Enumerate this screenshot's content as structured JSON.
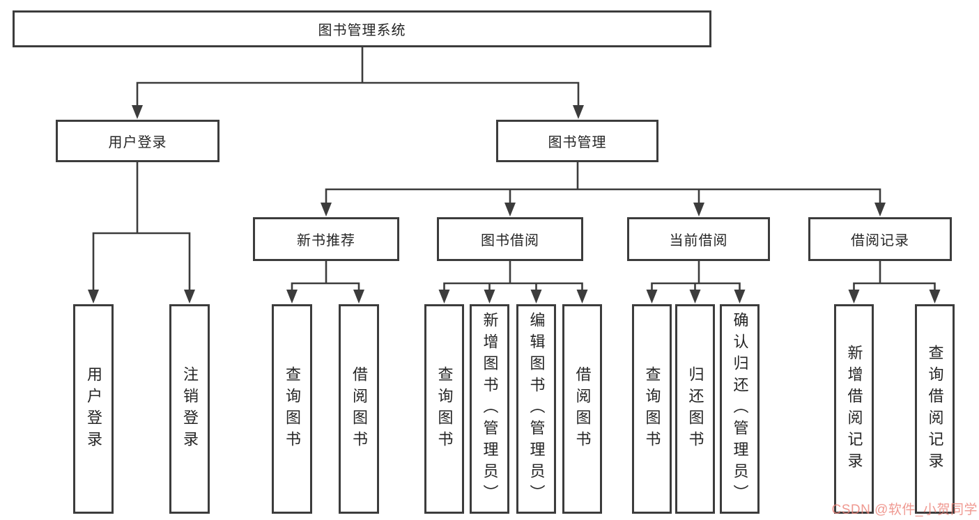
{
  "tree": {
    "root": {
      "label": "图书管理系统"
    },
    "branches": [
      {
        "label": "用户登录",
        "children": [
          {
            "label": "用户登录"
          },
          {
            "label": "注销登录"
          }
        ]
      },
      {
        "label": "图书管理",
        "groups": [
          {
            "label": "新书推荐",
            "children": [
              {
                "label": "查询图书"
              },
              {
                "label": "借阅图书"
              }
            ]
          },
          {
            "label": "图书借阅",
            "children": [
              {
                "label": "查询图书"
              },
              {
                "label": "新增图书（管理员）"
              },
              {
                "label": "编辑图书（管理员）"
              },
              {
                "label": "借阅图书"
              }
            ]
          },
          {
            "label": "当前借阅",
            "children": [
              {
                "label": "查询图书"
              },
              {
                "label": "归还图书"
              },
              {
                "label": "确认归还（管理员）"
              }
            ]
          },
          {
            "label": "借阅记录",
            "children": [
              {
                "label": "新增借阅记录"
              },
              {
                "label": "查询借阅记录"
              }
            ]
          }
        ]
      }
    ]
  },
  "watermark": {
    "text": "CSDN @软件_小贺同学",
    "color": "#ec8076"
  },
  "colors": {
    "line": "#3c3c3c",
    "box_border": "#3c3c3c",
    "box_background": "#ffffff",
    "text": "#252525",
    "page_background": "#ffffff"
  }
}
